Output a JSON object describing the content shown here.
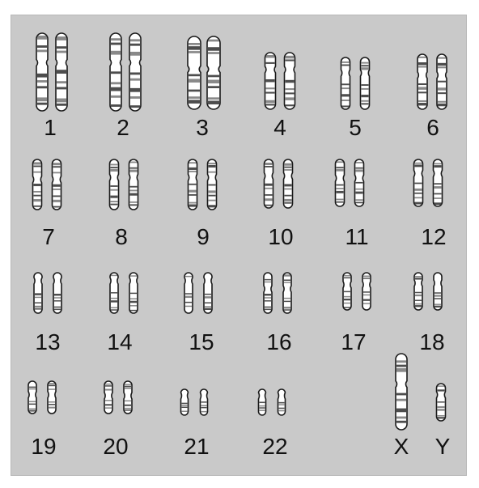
{
  "colors": {
    "background": "#c9c9c9",
    "chromosome_fill": "#ffffff",
    "chromosome_outline": "#1a1a1a",
    "band": "#3a3a3a",
    "label": "#111111"
  },
  "karyotype": {
    "chromosomes": [
      {
        "label": "1"
      },
      {
        "label": "2"
      },
      {
        "label": "3"
      },
      {
        "label": "4"
      },
      {
        "label": "5"
      },
      {
        "label": "6"
      },
      {
        "label": "7"
      },
      {
        "label": "8"
      },
      {
        "label": "9"
      },
      {
        "label": "10"
      },
      {
        "label": "11"
      },
      {
        "label": "12"
      },
      {
        "label": "13"
      },
      {
        "label": "14"
      },
      {
        "label": "15"
      },
      {
        "label": "16"
      },
      {
        "label": "17"
      },
      {
        "label": "18"
      },
      {
        "label": "19"
      },
      {
        "label": "20"
      },
      {
        "label": "21"
      },
      {
        "label": "22"
      },
      {
        "label": "X"
      },
      {
        "label": "Y"
      }
    ]
  }
}
